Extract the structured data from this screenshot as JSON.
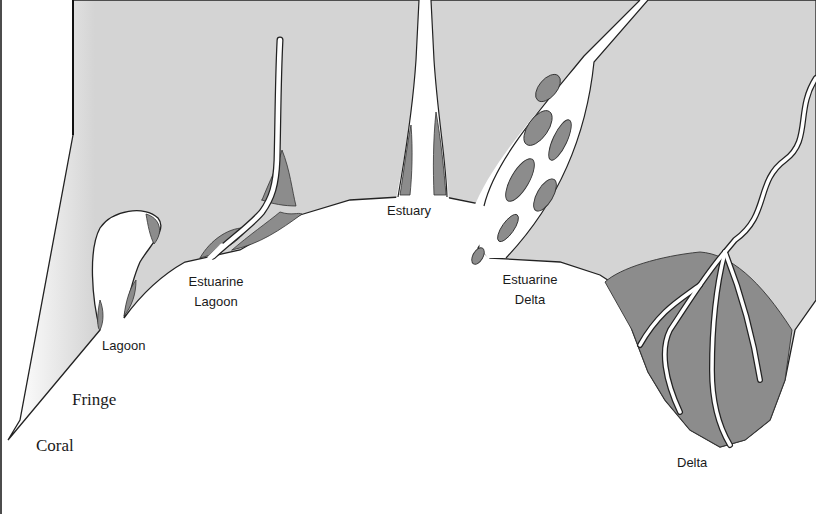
{
  "diagram": {
    "labels": [
      "Coral",
      "Fringe",
      "Lagoon",
      "Estuarine Lagoon",
      "Estuary",
      "Estuarine Delta",
      "Delta"
    ]
  }
}
